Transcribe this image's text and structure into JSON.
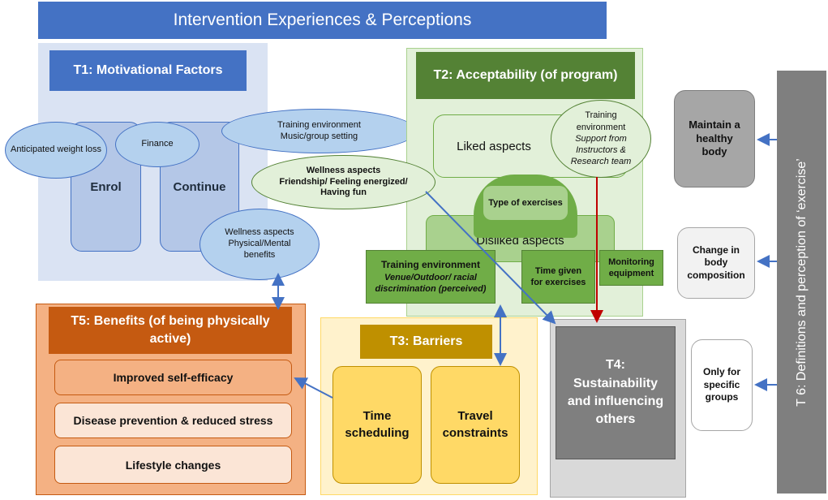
{
  "title": "Intervention Experiences & Perceptions",
  "colors": {
    "blue": "#4472c4",
    "green": "#548235",
    "orange": "#c55a11",
    "gold": "#bf9000",
    "grey": "#7f7f7f",
    "red_arrow": "#c00000"
  },
  "t1": {
    "header": "T1: Motivational Factors",
    "enrol": "Enrol",
    "continue": "Continue",
    "weight_loss": "Anticipated weight loss",
    "finance": "Finance",
    "music_title": "Training environment",
    "music_sub": "Music/group setting",
    "physical_title": "Wellness aspects",
    "physical_sub": "Physical/Mental benefits"
  },
  "wellness_fun": {
    "line1": "Wellness aspects",
    "line2": "Friendship/ Feeling energized/ Having fun"
  },
  "t2": {
    "header": "T2: Acceptability (of program)",
    "liked": "Liked aspects",
    "support_title": "Training environment",
    "support_sub": "Support from Instructors & Research team",
    "type": "Type of exercises",
    "disliked": "Disliked aspects",
    "venue_title": "Training environment",
    "venue_sub": "Venue/Outdoor/ racial discrimination (perceived)",
    "time_given": "Time given for exercises",
    "monitoring": "Monitoring equipment"
  },
  "t5": {
    "header": "T5: Benefits (of being physically active)",
    "items": [
      "Improved self-efficacy",
      "Disease prevention & reduced stress",
      "Lifestyle changes"
    ]
  },
  "t3": {
    "header": "T3: Barriers",
    "items": [
      "Time scheduling",
      "Travel constraints"
    ]
  },
  "t4": {
    "label": "T4: Sustainability and influencing others"
  },
  "t6": {
    "label": "T 6: Definitions and perception of ‘exercise’",
    "items": [
      "Maintain a healthy body",
      "Change in body composition",
      "Only for specific groups"
    ]
  }
}
